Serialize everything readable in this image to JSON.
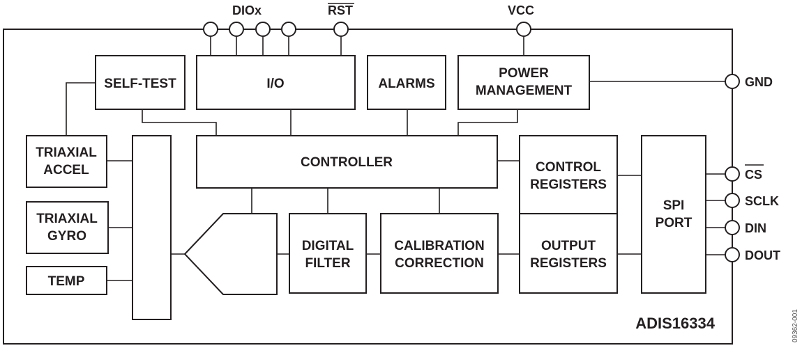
{
  "part_number": "ADIS16334",
  "figure_id": "09362-001",
  "blocks": {
    "self_test": "SELF-TEST",
    "io": "I/O",
    "alarms": "ALARMS",
    "power_management": [
      "POWER",
      "MANAGEMENT"
    ],
    "triaxial_accel": [
      "TRIAXIAL",
      "ACCEL"
    ],
    "triaxial_gyro": [
      "TRIAXIAL",
      "GYRO"
    ],
    "temp": "TEMP",
    "controller": "CONTROLLER",
    "control_registers": [
      "CONTROL",
      "REGISTERS"
    ],
    "digital_filter": [
      "DIGITAL",
      "FILTER"
    ],
    "calibration_correction": [
      "CALIBRATION",
      "CORRECTION"
    ],
    "output_registers": [
      "OUTPUT",
      "REGISTERS"
    ],
    "spi_port": [
      "SPI",
      "PORT"
    ]
  },
  "pins": {
    "diox": "DIOx",
    "rst": "RST",
    "vcc": "VCC",
    "gnd": "GND",
    "cs": "CS",
    "sclk": "SCLK",
    "din": "DIN",
    "dout": "DOUT"
  }
}
